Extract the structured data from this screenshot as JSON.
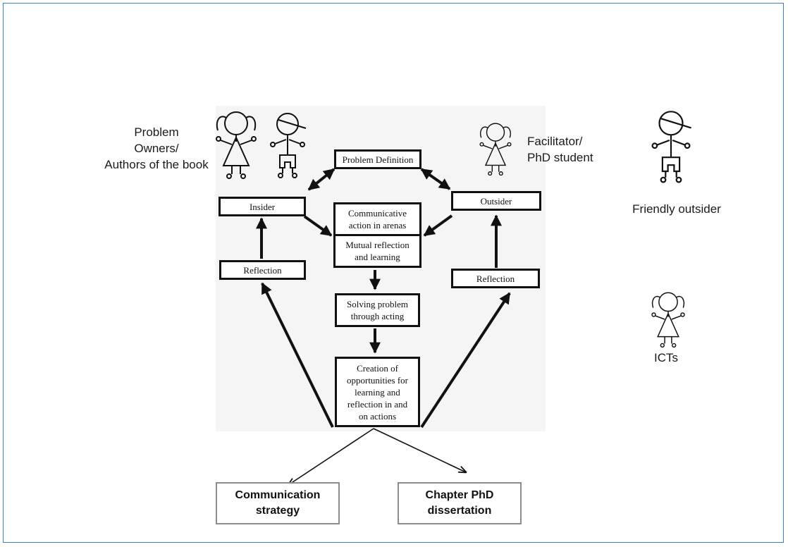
{
  "actors": {
    "problem_owners": "Problem\nOwners/\nAuthors of the book",
    "facilitator": "Facilitator/\nPhD student",
    "friendly_outsider": "Friendly outsider",
    "icts": "ICTs"
  },
  "boxes": {
    "problem_definition": "Problem Definition",
    "insider": "Insider",
    "outsider": "Outsider",
    "communicative_action": "Communicative\naction  in arenas",
    "mutual_reflection": "Mutual reflection\nand learning",
    "reflection_left": "Reflection",
    "reflection_right": "Reflection",
    "solving_problem": "Solving problem\nthrough acting",
    "creation_opportunities": "Creation of\nopportunities for\nlearning and\nreflection in and\non actions"
  },
  "outputs": {
    "communication_strategy": "Communication\nstrategy",
    "chapter_phd": "Chapter PhD\ndissertation"
  }
}
